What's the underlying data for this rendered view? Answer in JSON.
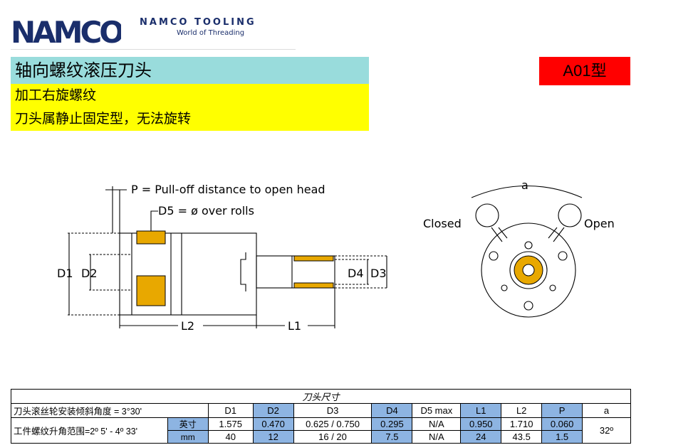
{
  "header": {
    "logo_text": "NAMCO",
    "brand_name": "NAMCO TOOLING",
    "brand_tagline": "World of Threading"
  },
  "title": "轴向螺纹滚压刀头",
  "features": [
    "加工右旋螺纹",
    "刀头属静止固定型，无法旋转"
  ],
  "model": "A01型",
  "drawing": {
    "p_label": "P = Pull-off distance to open head",
    "d5_label": "D5 = ø over rolls",
    "d1": "D1",
    "d2": "D2",
    "d3": "D3",
    "d4": "D4",
    "l1": "L1",
    "l2": "L2",
    "a": "a",
    "closed": "Closed",
    "open": "Open"
  },
  "table": {
    "caption": "刀头尺寸",
    "row1_label": "刀头滚丝轮安装倾斜角度 = 3°30'",
    "row2_label": "工件螺纹升角范围=2º 5' - 4º 33'",
    "headers": [
      "D1",
      "D2",
      "D3",
      "D4",
      "D5 max",
      "L1",
      "L2",
      "P",
      "a"
    ],
    "inch_unit": "英寸",
    "mm_unit": "mm",
    "inch_values": [
      "1.575",
      "0.470",
      "0.625 / 0.750",
      "0.295",
      "N/A",
      "0.950",
      "1.710",
      "0.060"
    ],
    "mm_values": [
      "40",
      "12",
      "16 / 20",
      "7.5",
      "N/A",
      "24",
      "43.5",
      "1.5"
    ],
    "a_value": "32º"
  },
  "colors": {
    "title_bg": "#99dcdc",
    "yellow_bg": "#ffff00",
    "model_bg": "#ff0000",
    "table_highlight": "#8db4e2",
    "roll_gold": "#e8a800",
    "logo_blue": "#1a2e6b"
  }
}
